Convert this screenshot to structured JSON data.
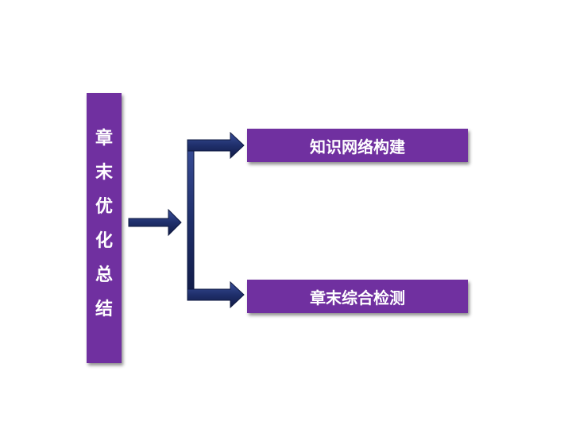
{
  "main_box": {
    "chars": [
      "章",
      "末",
      "优",
      "化",
      "总",
      "结"
    ]
  },
  "branches": [
    {
      "label": "知识网络构建"
    },
    {
      "label": "章末综合检测"
    }
  ],
  "colors": {
    "box": "#7030a0",
    "arrow": "#1f2f6b",
    "text": "#ffffff"
  }
}
